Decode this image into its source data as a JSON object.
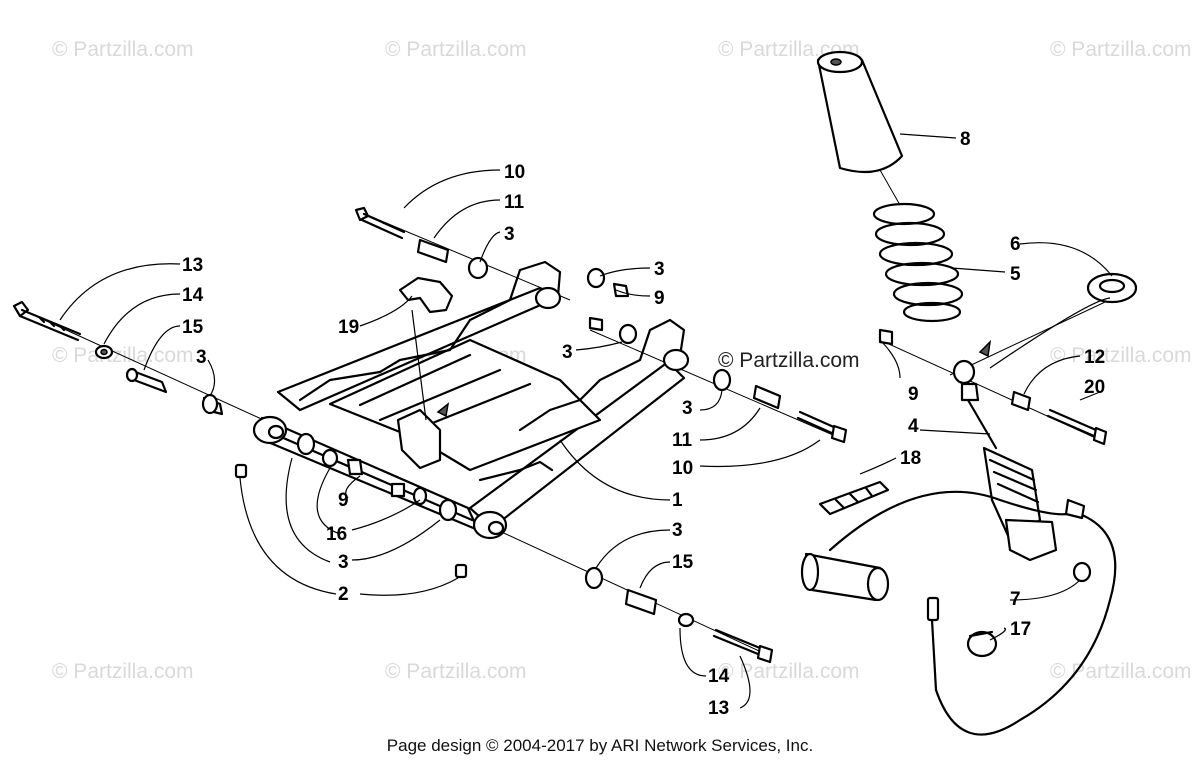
{
  "watermarks": {
    "text": "© Partzilla.com",
    "center_text": "© Partzilla.com"
  },
  "callouts": {
    "c8": "8",
    "c6": "6",
    "c5": "5",
    "c12": "12",
    "c20": "20",
    "c9_right": "9",
    "c4": "4",
    "c18": "18",
    "c7": "7",
    "c17": "17",
    "c10_top": "10",
    "c11_top": "11",
    "c3_top": "3",
    "c13_left": "13",
    "c14_left": "14",
    "c15_left": "15",
    "c3_left": "3",
    "c19": "19",
    "c3_r1": "3",
    "c9_r1": "9",
    "c3_r2": "3",
    "c3_r3": "3",
    "c11_r": "11",
    "c10_r": "10",
    "c1": "1",
    "c9_low": "9",
    "c16": "16",
    "c3_low": "3",
    "c2": "2",
    "c3_br": "3",
    "c15_br": "15",
    "c14_br": "14",
    "c13_br": "13"
  },
  "footer": {
    "text": "Page design © 2004-2017 by ARI Network Services, Inc."
  }
}
